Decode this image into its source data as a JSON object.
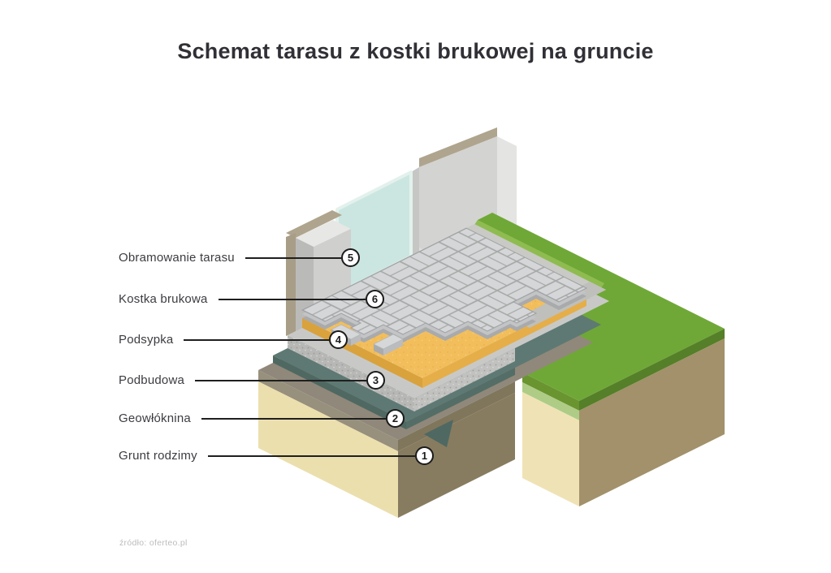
{
  "title": "Schemat tarasu z kostki brukowej na gruncie",
  "source": "źródło: oferteo.pl",
  "labels": [
    {
      "number": "5",
      "text": "Obramowanie tarasu"
    },
    {
      "number": "6",
      "text": "Kostka brukowa"
    },
    {
      "number": "4",
      "text": "Podsypka"
    },
    {
      "number": "3",
      "text": "Podbudowa"
    },
    {
      "number": "2",
      "text": "Geowłóknina"
    },
    {
      "number": "1",
      "text": "Grunt rodzimy"
    }
  ],
  "colors": {
    "title_text": "#303036",
    "label_text": "#3C3C42",
    "leader_line": "#1F1F1F",
    "source_text": "#BCBCBC",
    "wall": "#D3D3D1",
    "wall_top": "#AFA48E",
    "wall_end": "#E4E4E2",
    "glass": "#CBE6E0",
    "glass_edge": "#E3F1ED",
    "grass": "#6FA837",
    "grass_edge": "#557F28",
    "grass_soil_side": "#A2916A",
    "grass_soil_front": "#EFE3B5",
    "curb": "#C9C9C5",
    "paver": "#D5D6D8",
    "paver_joint": "#A8AAA9",
    "paver_side": "#A9AAAC",
    "sand": "#F2BE5C",
    "sand_side": "#D9A23C",
    "base": "#C8C9C7",
    "base_side": "#B7B8B6",
    "geotextile": "#5E7973",
    "geotextile_side": "#4F6862",
    "soil_top": "#90887A",
    "soil_front": "#EBDFAE",
    "soil_side": "#877C60"
  }
}
